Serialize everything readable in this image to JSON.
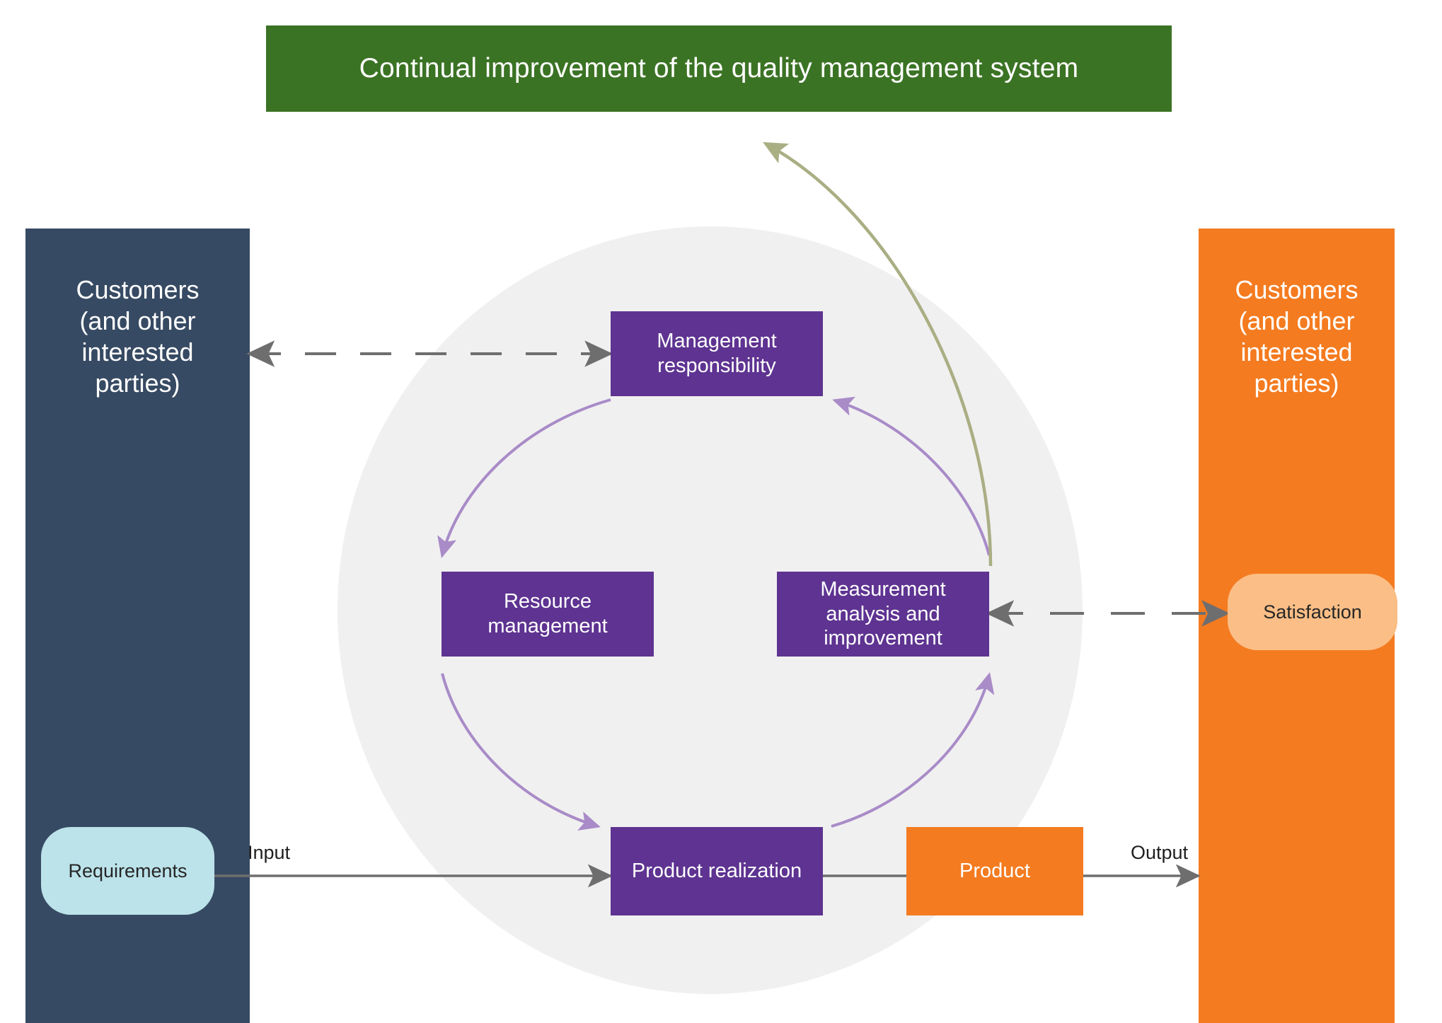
{
  "title": {
    "text": "Continual improvement of the quality management system",
    "background_color": "#3B7324",
    "text_color": "#FFFFFF"
  },
  "left_panel": {
    "name": "customers-left",
    "heading": "Customers\n(and other\ninterested\nparties)",
    "heading_lines": [
      "Customers",
      "(and other",
      "interested",
      "parties)"
    ],
    "background_color": "#374A63",
    "text_color": "#FFFFFF"
  },
  "right_panel": {
    "name": "customers-right",
    "heading_lines": [
      "Customers",
      "(and other",
      "interested",
      "parties)"
    ],
    "background_color": "#F47B20",
    "text_color": "#FFFFFF"
  },
  "pills": {
    "requirements": {
      "label": "Requirements",
      "background_color": "#BCE3EA",
      "text_color": "#262626"
    },
    "satisfaction": {
      "label": "Satisfaction",
      "background_color": "#FBBE86",
      "text_color": "#262626"
    }
  },
  "process_boxes": [
    {
      "id": "management-responsibility",
      "label": "Management\nresponsibility",
      "lines": [
        "Management",
        "responsibility"
      ],
      "color": "#5E3391"
    },
    {
      "id": "resource-management",
      "label": "Resource\nmanagement",
      "lines": [
        "Resource",
        "management"
      ],
      "color": "#5E3391"
    },
    {
      "id": "measurement-analysis-improvement",
      "label": "Measurement\nanalysis and\nimprovement",
      "lines": [
        "Measurement",
        "analysis and",
        "improvement"
      ],
      "color": "#5E3391"
    },
    {
      "id": "product-realization",
      "label": "Product realization",
      "lines": [
        "Product realization"
      ],
      "color": "#5E3391"
    }
  ],
  "product_box": {
    "label": "Product",
    "background_color": "#F47B20",
    "text_color": "#FFFFFF"
  },
  "flow_labels": {
    "input": "Input",
    "output": "Output"
  },
  "circle": {
    "fill": "#F0F0F0"
  },
  "arrows": {
    "dashed_color": "#6E6E6E",
    "solid_color": "#6E6E6E",
    "cycle_color": "#A98BC8",
    "improvement_color": "#AAAE83"
  }
}
